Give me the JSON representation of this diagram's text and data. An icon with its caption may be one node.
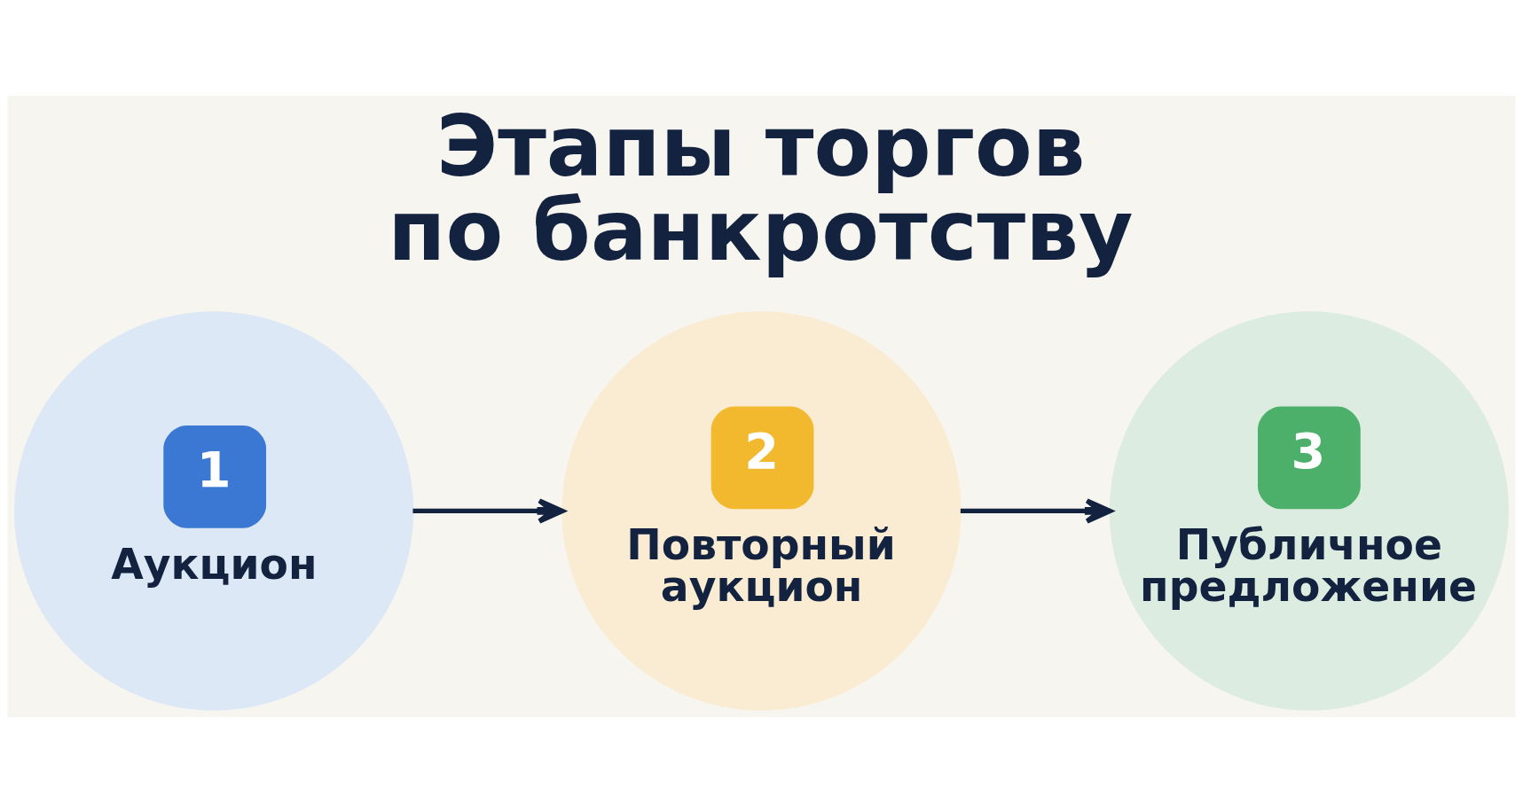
{
  "diagram": {
    "title": "Этапы торгов по банкротству",
    "nodes": [
      {
        "text": [
          "1",
          "Аукцион"
        ]
      },
      {
        "text": [
          "2",
          "Повторный аукцион"
        ]
      },
      {
        "text": [
          "3",
          "Публичное предложение"
        ]
      }
    ],
    "edges": [
      {
        "from": 0,
        "to": 1,
        "arrow": "to"
      },
      {
        "from": 1,
        "to": 2,
        "arrow": "to"
      }
    ]
  }
}
